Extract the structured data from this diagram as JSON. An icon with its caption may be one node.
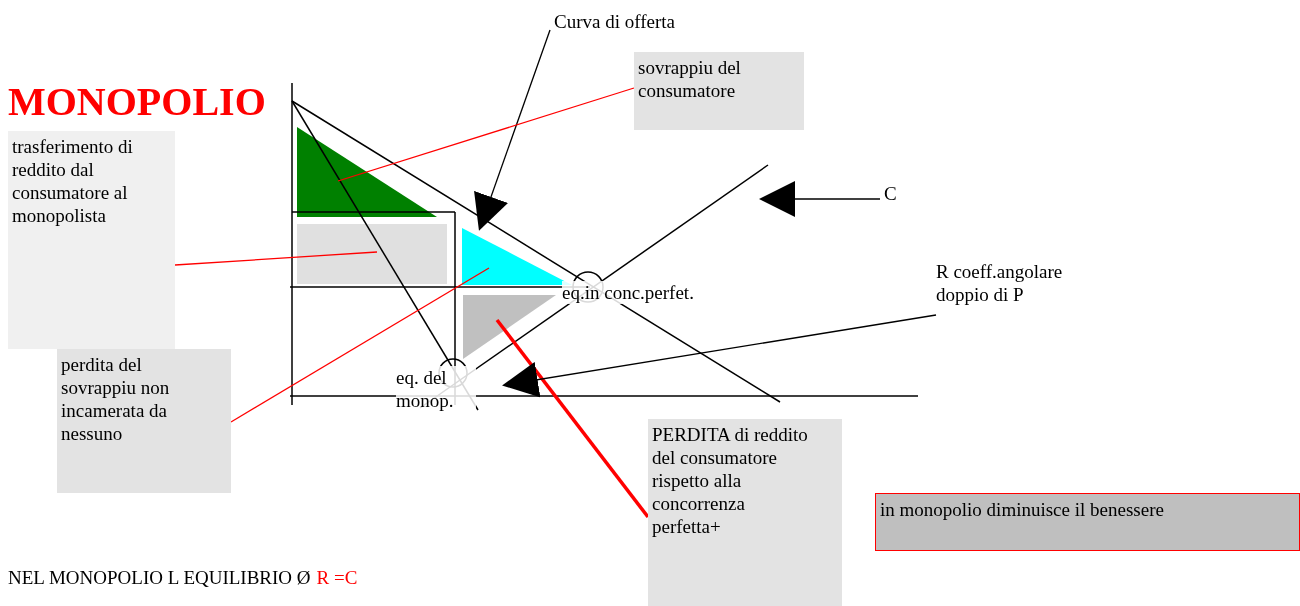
{
  "diagram": {
    "title": "MONOPOLIO",
    "nodes": [
      {
        "text": [
          "Curva di offerta"
        ]
      },
      {
        "text": [
          "sovrappiu del consumatore"
        ]
      },
      {
        "text": [],
        "shape": "triangle"
      },
      {
        "text": [
          "trasferimento di reddito dal consumatore al monopolista"
        ]
      },
      {
        "text": [],
        "shape": "box"
      },
      {
        "text": [],
        "shape": "triangle"
      },
      {
        "text": [
          "perdita del sovrappiu non incamerata da nessuno"
        ]
      },
      {
        "text": [],
        "shape": "triangle"
      },
      {
        "text": [
          "PERDITA di reddito del consumatore rispetto alla concorrenza perfetta+"
        ]
      },
      {
        "text": [
          "C"
        ]
      },
      {
        "text": [
          "R coeff.angolare doppio di P"
        ]
      },
      {
        "text": [
          "in monopolio diminuisce il benessere"
        ]
      },
      {
        "text": [],
        "shape": "circle",
        "beside": [
          "eq.in conc.perfet."
        ]
      },
      {
        "text": [],
        "shape": "circle",
        "beside": [
          "eq. del monop."
        ]
      }
    ],
    "edges": [
      {
        "from": 0,
        "to": 5,
        "arrow": "to",
        "color": "#000000"
      },
      {
        "from": 1,
        "to": 2,
        "arrow": "none",
        "color": "#ff0000"
      },
      {
        "from": 3,
        "to": 4,
        "arrow": "none",
        "color": "#ff0000"
      },
      {
        "from": 6,
        "to": 5,
        "arrow": "none",
        "color": "#ff0000"
      },
      {
        "from": 8,
        "to": 7,
        "arrow": "none",
        "color": "#ff0000",
        "style": "thick"
      },
      {
        "from": 9,
        "to": null,
        "arrow": "to",
        "color": "#000000"
      },
      {
        "from": 10,
        "to": null,
        "arrow": "to",
        "color": "#000000"
      }
    ],
    "labels": [
      "NEL MONOPOLIO L EQUILIBRIO Ø",
      "R =C"
    ]
  }
}
